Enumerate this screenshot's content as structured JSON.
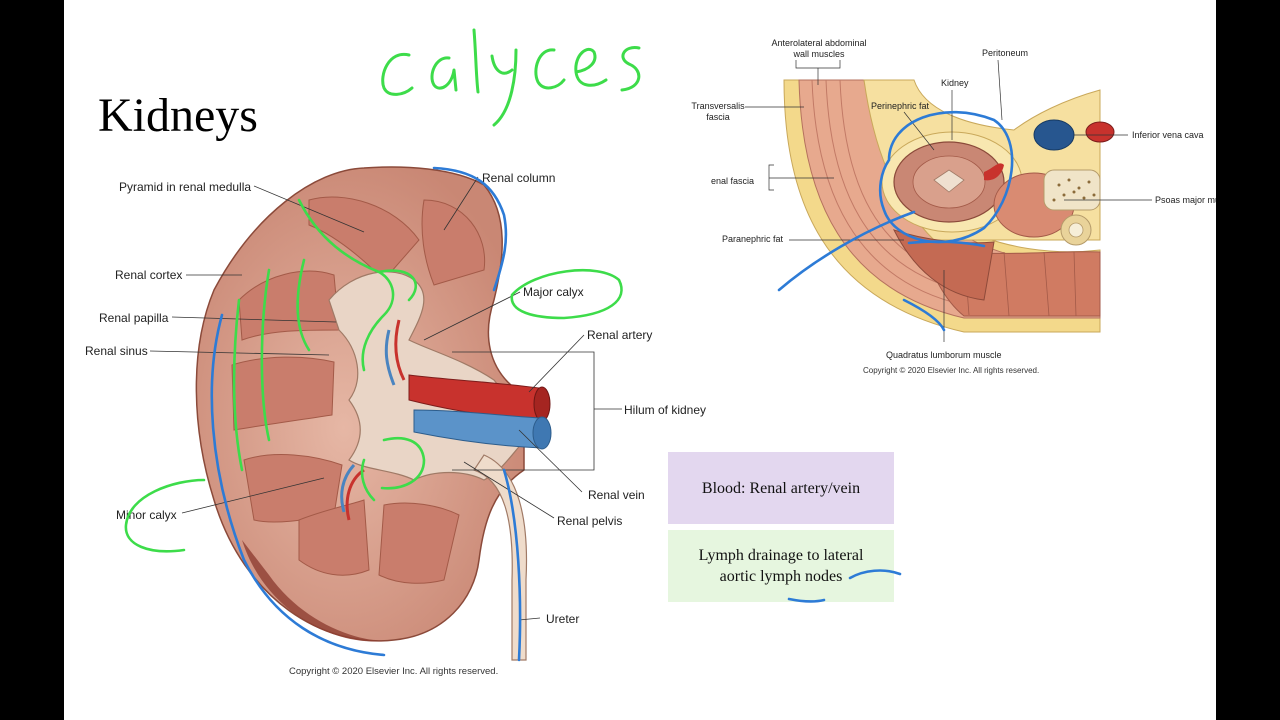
{
  "slide": {
    "title": "Kidneys",
    "handwriting": "calyces"
  },
  "kidney_diagram": {
    "labels": {
      "pyramid": "Pyramid in renal medulla",
      "column": "Renal column",
      "cortex": "Renal cortex",
      "major_calyx": "Major calyx",
      "papilla": "Renal papilla",
      "artery": "Renal artery",
      "sinus": "Renal sinus",
      "hilum": "Hilum of kidney",
      "minor_calyx": "Minor calyx",
      "vein": "Renal vein",
      "pelvis": "Renal pelvis",
      "ureter": "Ureter"
    },
    "copyright": "Copyright © 2020 Elsevier Inc. All rights reserved."
  },
  "cross_section": {
    "labels": {
      "muscles": "Anterolateral abdominal\nwall muscles",
      "peritoneum": "Peritoneum",
      "transversalis": "Transversalis\nfascia",
      "kidney": "Kidney",
      "perinephric": "Perinephric fat",
      "ivc": "Inferior vena cava",
      "renal_fascia": "enal fascia",
      "psoas": "Psoas major muscle",
      "paranephric": "Paranephric fat",
      "quadratus": "Quadratus lumborum muscle"
    },
    "copyright": "Copyright © 2020 Elsevier Inc. All rights reserved."
  },
  "notes": {
    "blood": "Blood: Renal artery/vein",
    "lymph": "Lymph drainage to lateral aortic lymph nodes"
  },
  "colors": {
    "ink_green": "#3ddc4a",
    "ink_blue": "#2d7bd6",
    "blood_box": "#e3d7ef",
    "lymph_box": "#e6f6df"
  }
}
